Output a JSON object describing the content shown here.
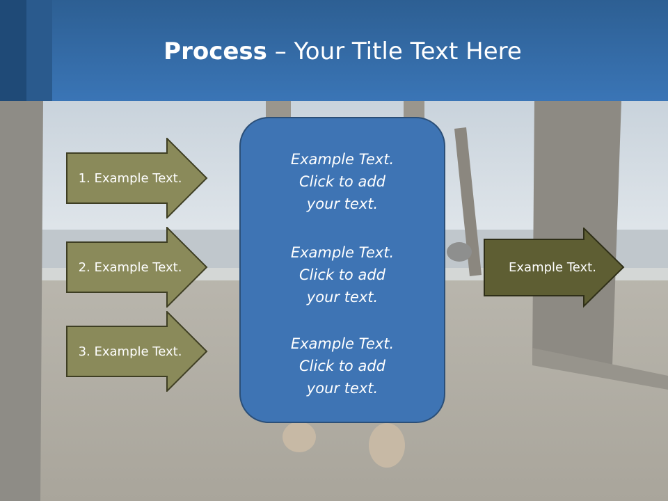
{
  "title": {
    "bold": "Process",
    "dash": " – ",
    "rest": "Your Title Text Here"
  },
  "inputs": [
    {
      "label": "1. Example Text."
    },
    {
      "label": "2. Example Text."
    },
    {
      "label": "3. Example Text."
    }
  ],
  "center": {
    "blocks": [
      {
        "line1": "Example Text.",
        "line2": "Click  to add",
        "line3": "your text."
      },
      {
        "line1": "Example Text.",
        "line2": "Click  to add",
        "line3": "your text."
      },
      {
        "line1": "Example Text.",
        "line2": "Click  to add",
        "line3": "your text."
      }
    ]
  },
  "output": {
    "label": "Example Text."
  },
  "colors": {
    "header": "#3a75b6",
    "input_arrow": "#8a8a5a",
    "output_arrow": "#5e5e33",
    "center_box": "#3e74b4"
  }
}
